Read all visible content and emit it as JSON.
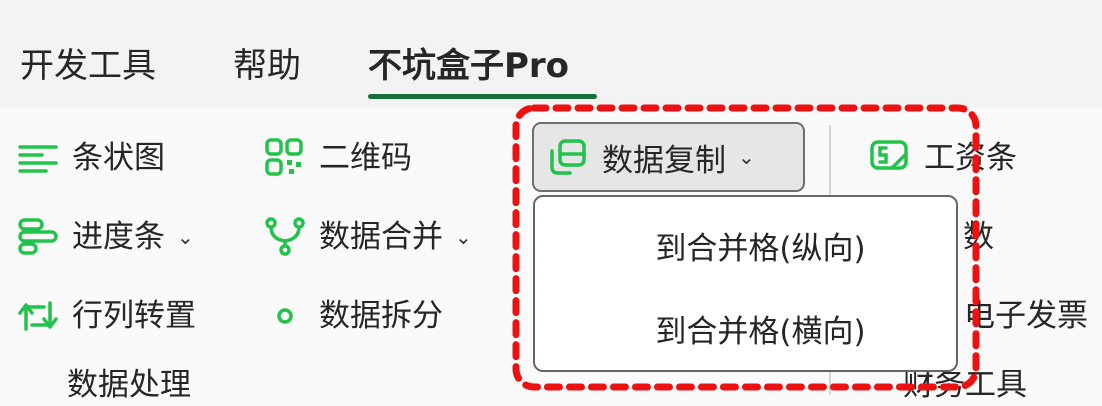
{
  "tabs": [
    {
      "label": "开发工具"
    },
    {
      "label": "帮助"
    },
    {
      "label": "不坑盒子Pro",
      "active": true
    }
  ],
  "ribbon": {
    "data_group": {
      "label": "数据处理",
      "items": [
        {
          "label": "条状图",
          "icon": "bar-chart-icon"
        },
        {
          "label": "进度条",
          "icon": "progress-bar-icon",
          "dropdown": true
        },
        {
          "label": "行列转置",
          "icon": "transpose-icon"
        },
        {
          "label": "二维码",
          "icon": "qr-code-icon"
        },
        {
          "label": "数据合并",
          "icon": "merge-icon",
          "dropdown": true
        },
        {
          "label": "数据拆分",
          "icon": "split-icon"
        }
      ]
    },
    "copy_button": {
      "label": "数据复制",
      "icon": "copy-icon"
    },
    "copy_menu": [
      {
        "label": "到合并格(纵向)"
      },
      {
        "label": "到合并格(横向)"
      }
    ],
    "finance_group": {
      "label": "财务工具",
      "items": [
        {
          "label": "工资条",
          "icon": "salary-icon"
        },
        {
          "label": "数"
        },
        {
          "label": "电子发票"
        }
      ]
    }
  },
  "colors": {
    "accent": "#22c34a",
    "tab_underline": "#17703a",
    "highlight": "#ee1111"
  }
}
